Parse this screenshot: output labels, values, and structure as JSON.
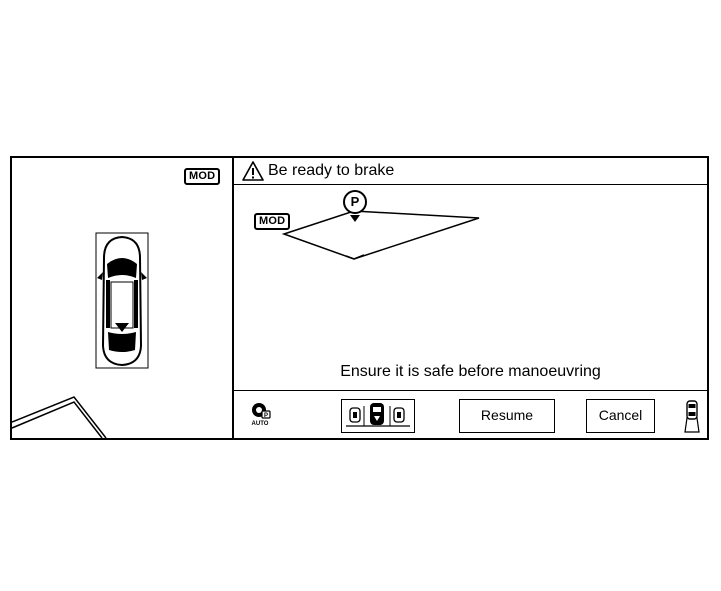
{
  "left_view": {
    "mode_badge": "MOD"
  },
  "header": {
    "warning_text": "Be ready to brake"
  },
  "main_view": {
    "mode_badge": "MOD",
    "parking_marker": "P",
    "safety_message": "Ensure it is safe before manoeuvring"
  },
  "toolbar": {
    "auto_label": "AUTO",
    "resume_label": "Resume",
    "cancel_label": "Cancel"
  },
  "icons": {
    "warning": "warning-triangle-icon",
    "auto": "auto-mode-icon",
    "parking_mode": "parking-mode-icon",
    "vehicle": "vehicle-icon"
  }
}
